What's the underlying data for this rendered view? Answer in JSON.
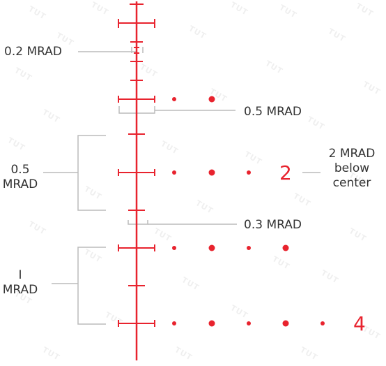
{
  "colors": {
    "reticle": "#e8232e",
    "label": "#333333",
    "bracket": "#bbbbbb"
  },
  "labels": {
    "mrad_02": "0.2 MRAD",
    "mrad_05_top": "0.5 MRAD",
    "mrad_05_left_1": "0.5",
    "mrad_05_left_2": "MRAD",
    "mrad_03": "0.3 MRAD",
    "mrad_1_left_1": "I",
    "mrad_1_left_2": "MRAD",
    "below_1": "2 MRAD",
    "below_2": "below",
    "below_3": "center"
  },
  "numbers": {
    "two": "2",
    "four": "4"
  },
  "watermark": "TUT"
}
